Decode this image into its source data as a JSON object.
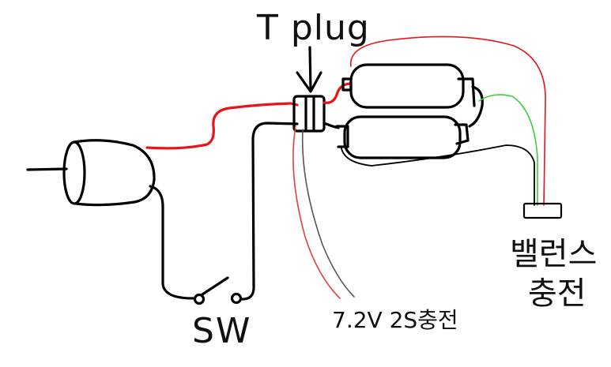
{
  "labels": {
    "t_plug": "T plug",
    "switch": "SW",
    "charge_port": "7.2V 2S충전",
    "balance_line1": "밸런스",
    "balance_line2": "충전"
  },
  "colors": {
    "positive": "#e8141b",
    "negative": "#000000",
    "balance": "#3ccc3c",
    "charge_positive": "#e04040",
    "charge_negative": "#555555",
    "ink": "#111111",
    "background": "#ffffff"
  }
}
